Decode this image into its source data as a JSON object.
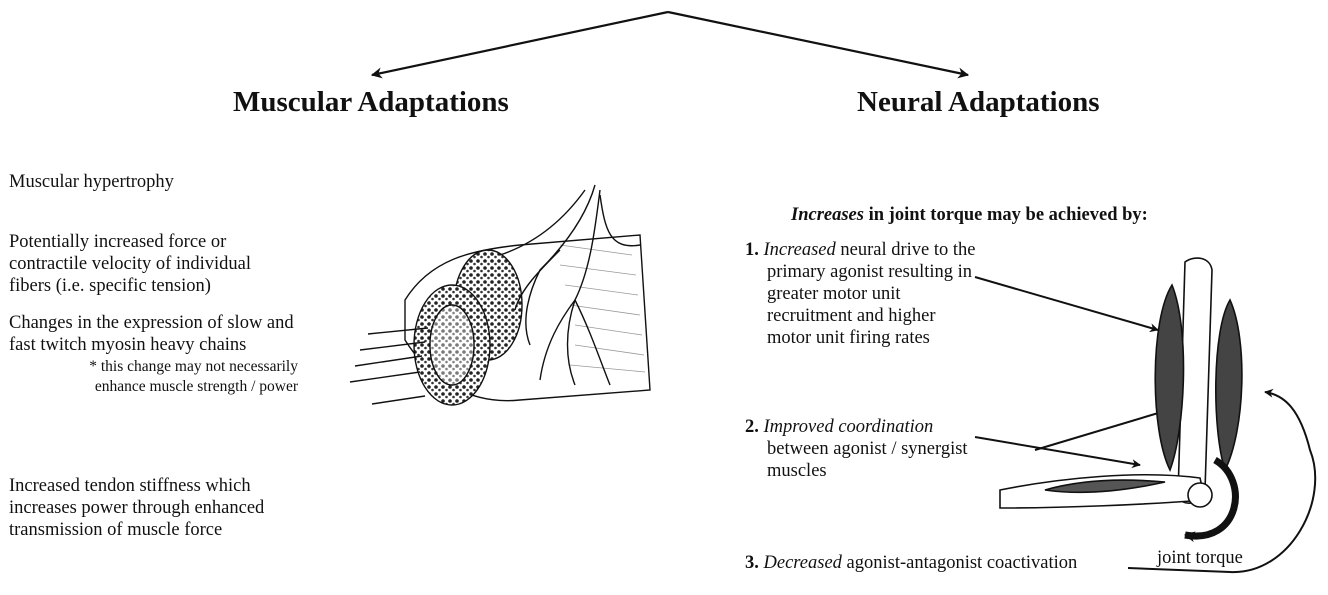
{
  "muscular": {
    "heading": "Muscular Adaptations",
    "items": [
      "Muscular hypertrophy",
      "Potentially increased force or contractile velocity of individual fibers (i.e. specific tension)",
      "Changes in the expression of slow and fast twitch myosin heavy chains",
      "Increased tendon stiffness which increases power through enhanced transmission of muscle force"
    ],
    "note": "* this change may not necessarily enhance muscle strength / power"
  },
  "neural": {
    "heading": "Neural Adaptations",
    "subheading_em": "Increases",
    "subheading_rest": " in joint torque may be achieved by:",
    "items": [
      {
        "num": "1.",
        "em": "Increased",
        "rest": " neural drive to the primary agonist resulting in greater motor unit recruitment and higher motor unit firing rates"
      },
      {
        "num": "2.",
        "em": "Improved coordination",
        "rest": " between agonist / synergist muscles"
      },
      {
        "num": "3.",
        "em": "Decreased",
        "rest": " agonist-antagonist coactivation"
      }
    ],
    "torque_label": "joint torque"
  }
}
